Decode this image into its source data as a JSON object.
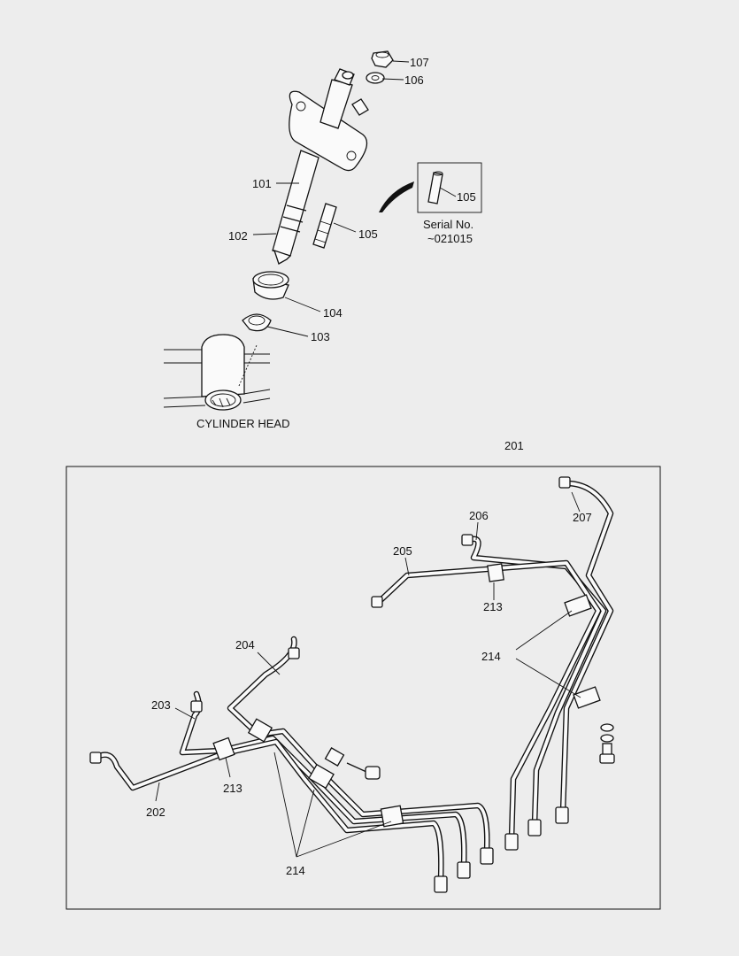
{
  "injector_section": {
    "callouts": [
      "107",
      "106",
      "101",
      "105",
      "102",
      "104",
      "103"
    ],
    "inset": {
      "callout": "105",
      "caption_line1": "Serial No.",
      "caption_line2": "~021015"
    },
    "cylinder_head_label": "CYLINDER HEAD"
  },
  "pipe_section": {
    "group_number": "201",
    "callouts": [
      "202",
      "203",
      "204",
      "205",
      "206",
      "207",
      "213",
      "213",
      "214",
      "214"
    ]
  }
}
